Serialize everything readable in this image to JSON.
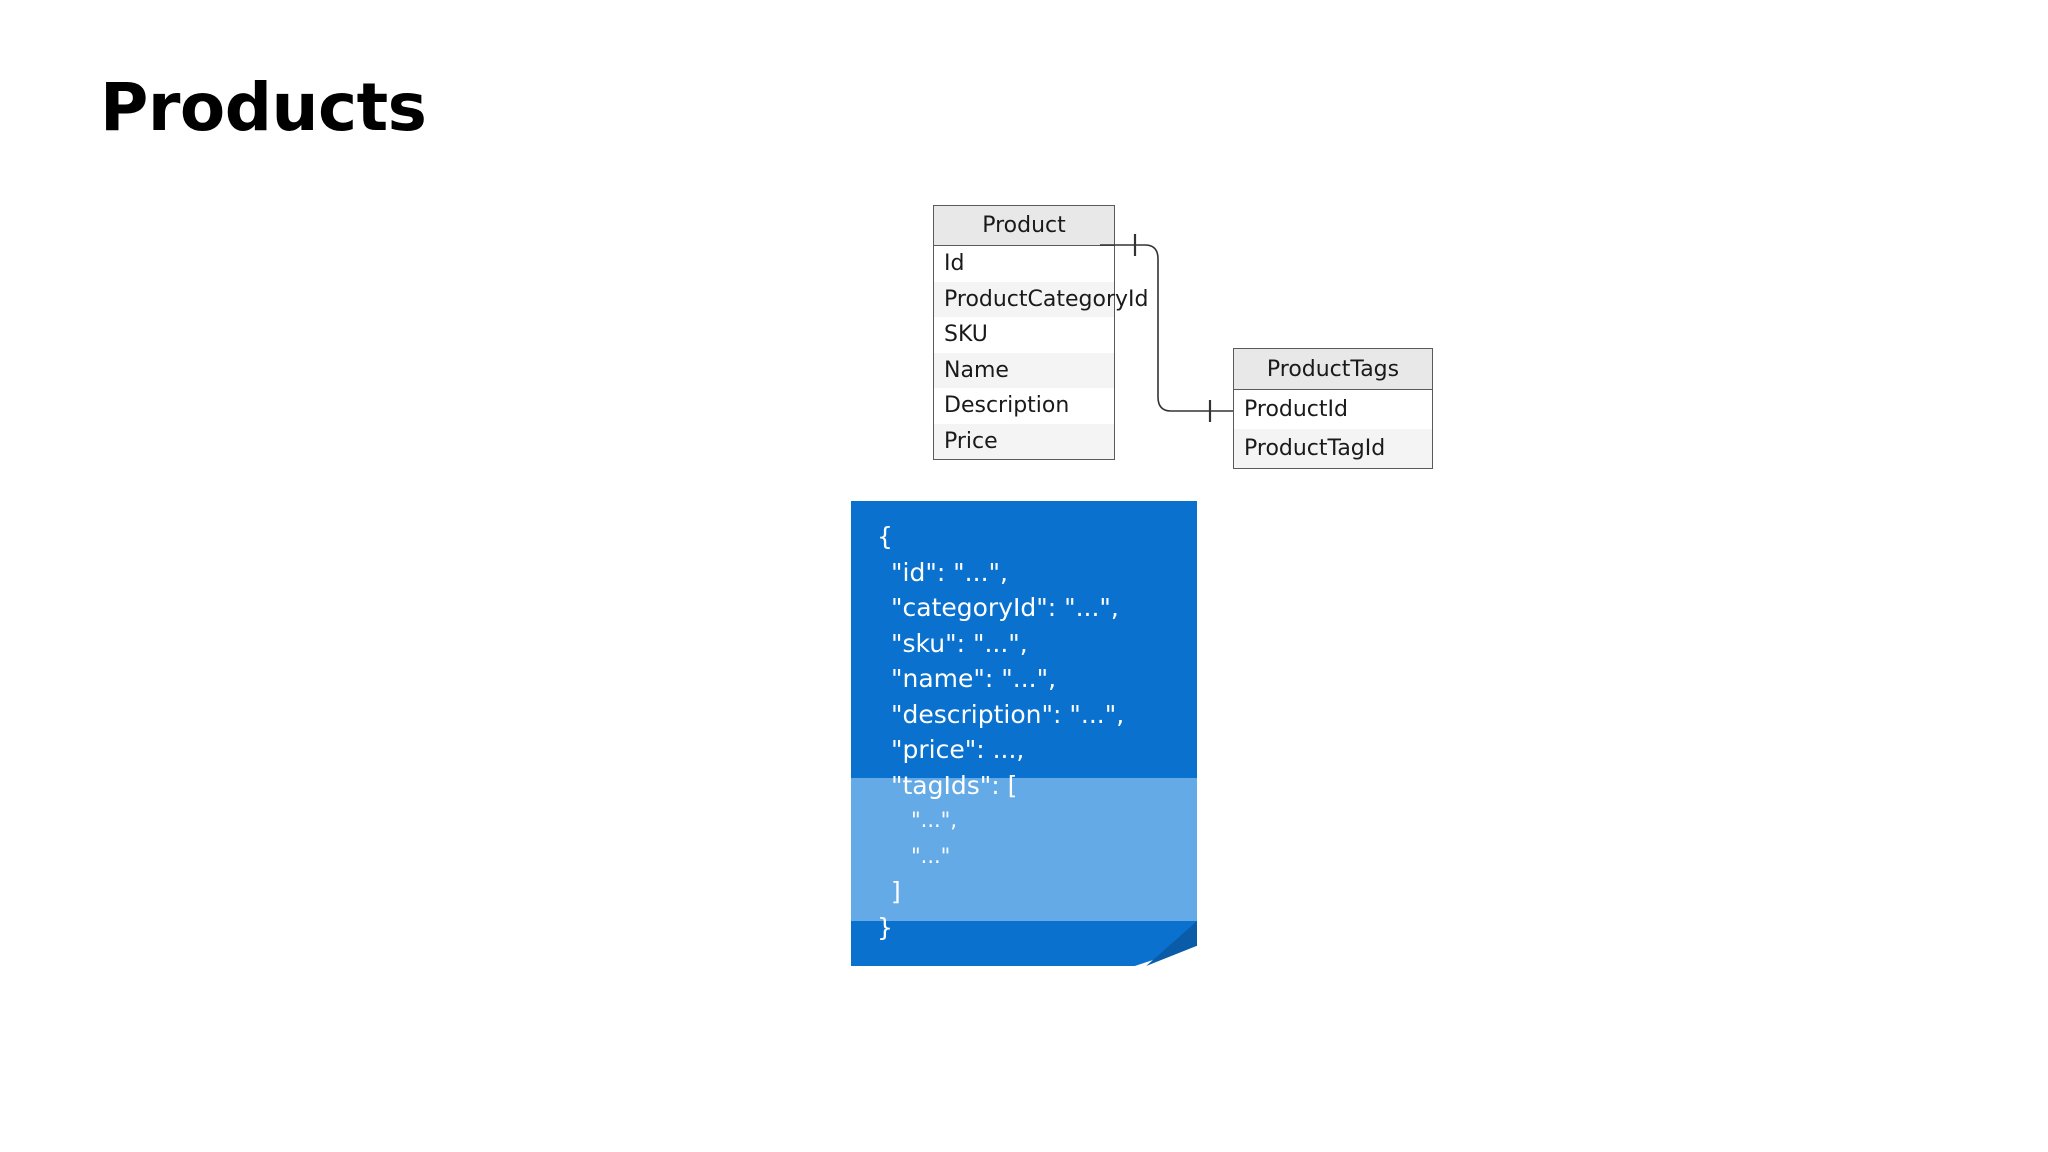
{
  "slide": {
    "title": "Products"
  },
  "diagram": {
    "tables": [
      {
        "name": "Product",
        "columns": [
          "Id",
          "ProductCategoryId",
          "SKU",
          "Name",
          "Description",
          "Price"
        ]
      },
      {
        "name": "ProductTags",
        "columns": [
          "ProductId",
          "ProductTagId"
        ]
      }
    ],
    "relationship": {
      "from_table": "Product",
      "to_table": "ProductTags",
      "to_column": "ProductId",
      "notation": "one-to-one-tick"
    },
    "colors": {
      "table_header_bg": "#e8e8e8",
      "table_border": "#5a5a5a",
      "row_shade_bg": "#f4f4f4",
      "row_plain_bg": "#ffffff",
      "connector_line": "#333333"
    }
  },
  "json_card": {
    "lines": [
      {
        "text": "{",
        "indent": 0,
        "highlighted": false
      },
      {
        "text": "\"id\": \"...\",",
        "indent": 1,
        "highlighted": false
      },
      {
        "text": "\"categoryId\": \"...\",",
        "indent": 1,
        "highlighted": false
      },
      {
        "text": "\"sku\": \"...\",",
        "indent": 1,
        "highlighted": false
      },
      {
        "text": "\"name\": \"...\",",
        "indent": 1,
        "highlighted": false
      },
      {
        "text": "\"description\": \"...\",",
        "indent": 1,
        "highlighted": false
      },
      {
        "text": "\"price\": ...,",
        "indent": 1,
        "highlighted": false
      },
      {
        "text": "\"tagIds\": [",
        "indent": 1,
        "highlighted": true
      },
      {
        "text": "\"...\",",
        "indent": 2,
        "highlighted": true
      },
      {
        "text": "\"...\"",
        "indent": 2,
        "highlighted": true
      },
      {
        "text": "]",
        "indent": 1,
        "highlighted": true
      },
      {
        "text": "}",
        "indent": 0,
        "highlighted": false
      }
    ],
    "colors": {
      "base": "#0a72ce",
      "highlight": "#63aae6",
      "fold": "#0a5ca8",
      "text": "#ffffff"
    }
  }
}
